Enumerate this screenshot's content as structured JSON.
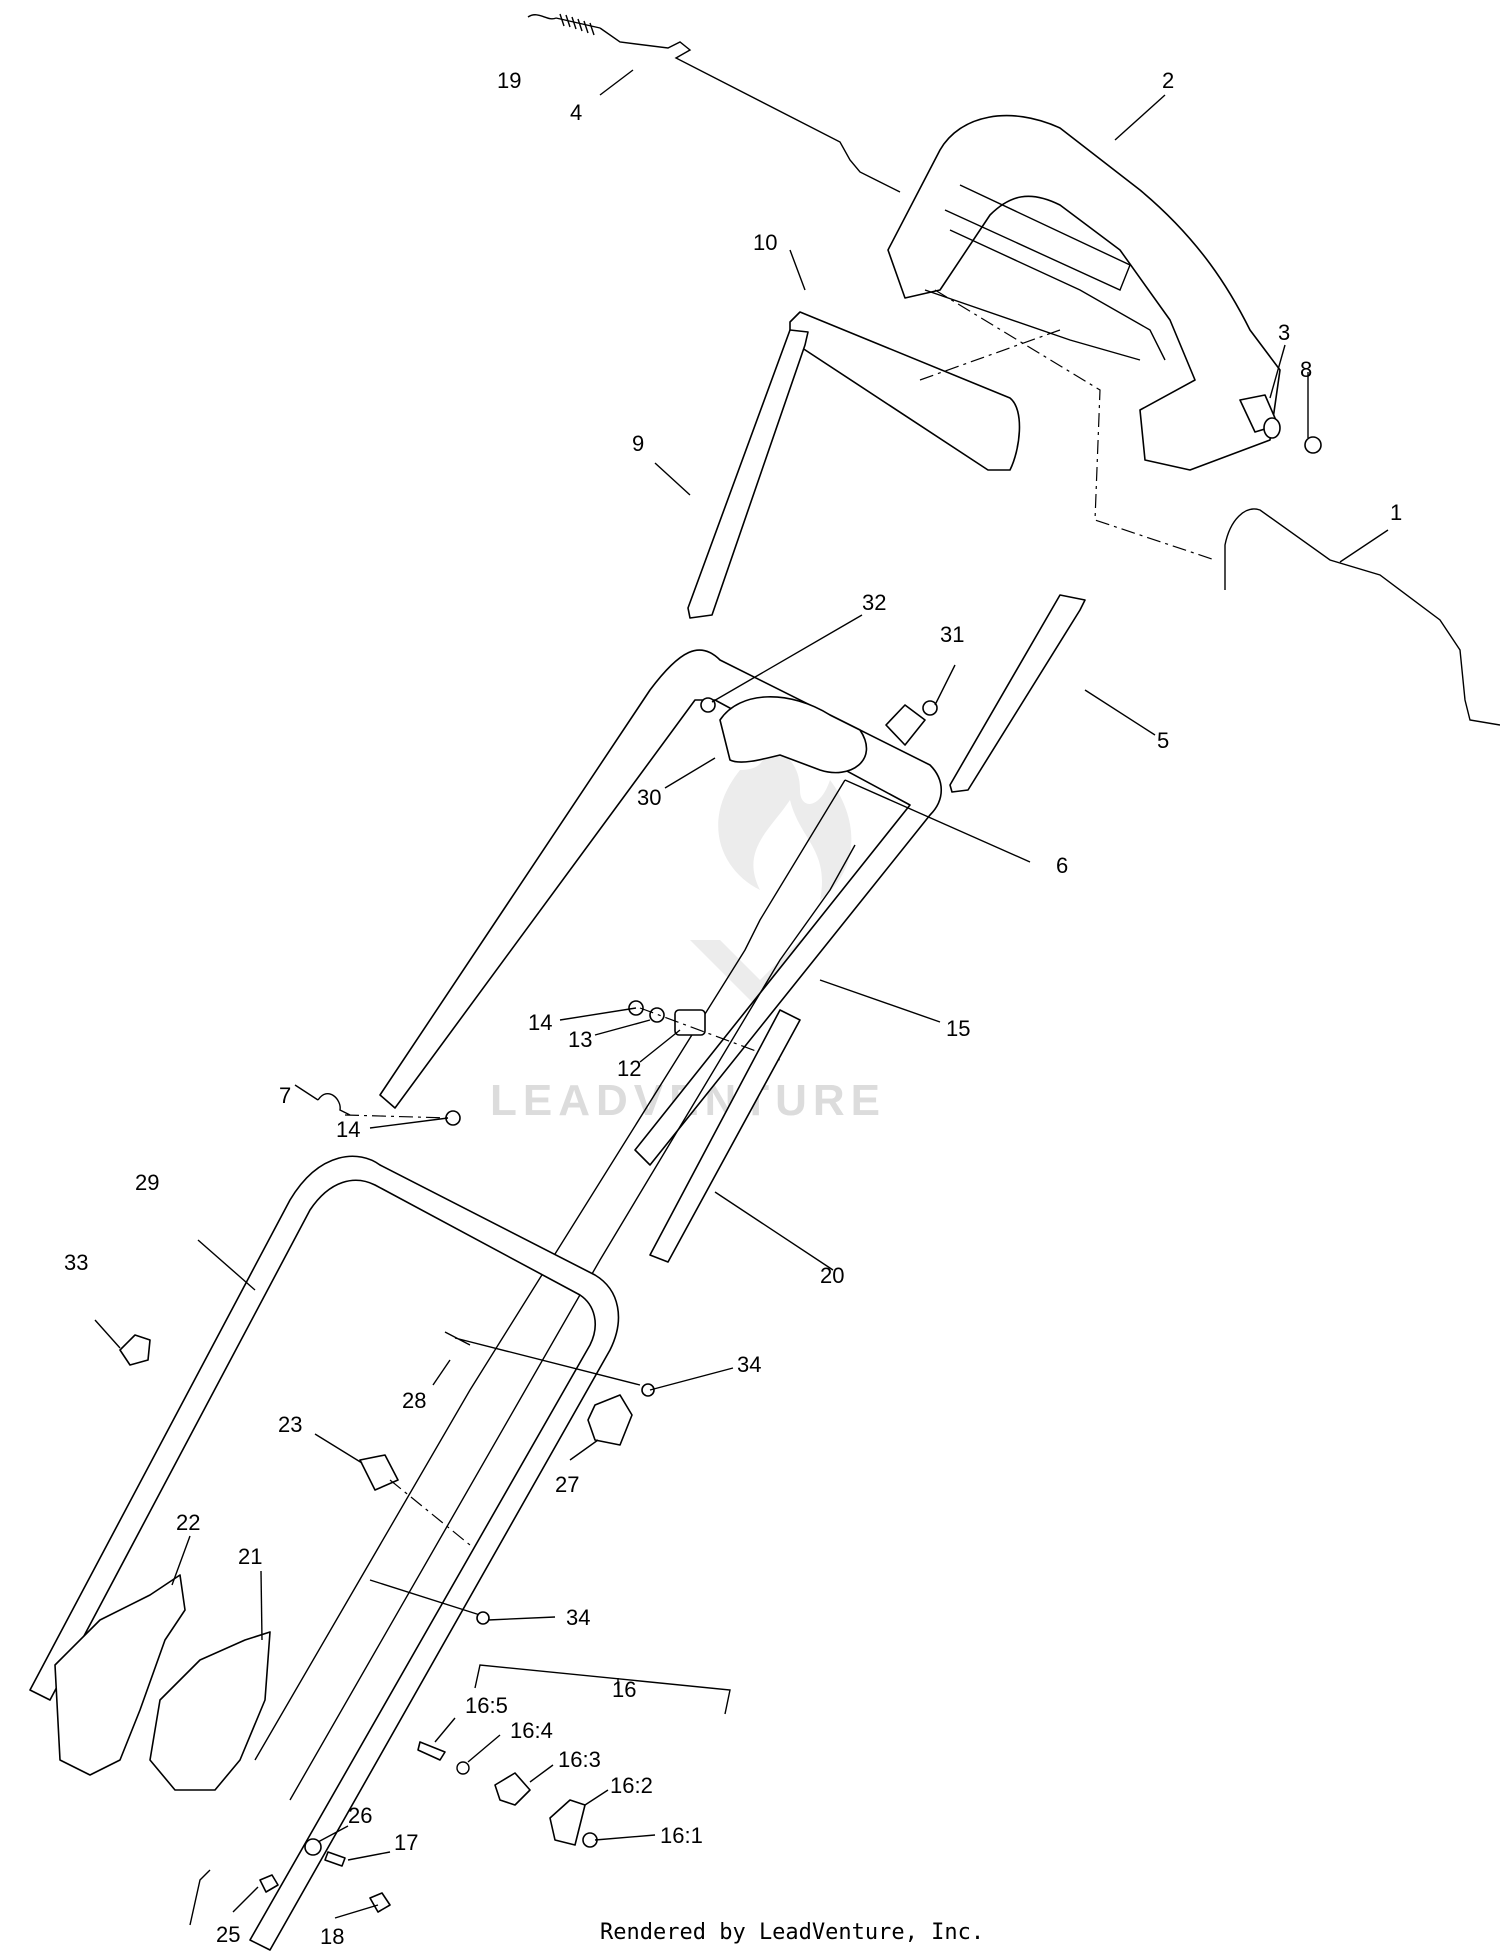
{
  "watermark": "LEADVENTURE",
  "footer_text": "Rendered by LeadVenture, Inc.",
  "callouts": {
    "c1": "1",
    "c2": "2",
    "c3": "3",
    "c4": "4",
    "c5": "5",
    "c6": "6",
    "c7": "7",
    "c8": "8",
    "c9": "9",
    "c10": "10",
    "c12": "12",
    "c13": "13",
    "c14a": "14",
    "c14b": "14",
    "c15": "15",
    "c16": "16",
    "c16_1": "16:1",
    "c16_2": "16:2",
    "c16_3": "16:3",
    "c16_4": "16:4",
    "c16_5": "16:5",
    "c17": "17",
    "c18": "18",
    "c19": "19",
    "c20": "20",
    "c21": "21",
    "c22": "22",
    "c23": "23",
    "c25": "25",
    "c26": "26",
    "c27": "27",
    "c28": "28",
    "c29": "29",
    "c30": "30",
    "c31": "31",
    "c32": "32",
    "c33": "33",
    "c34a": "34",
    "c34b": "34"
  }
}
